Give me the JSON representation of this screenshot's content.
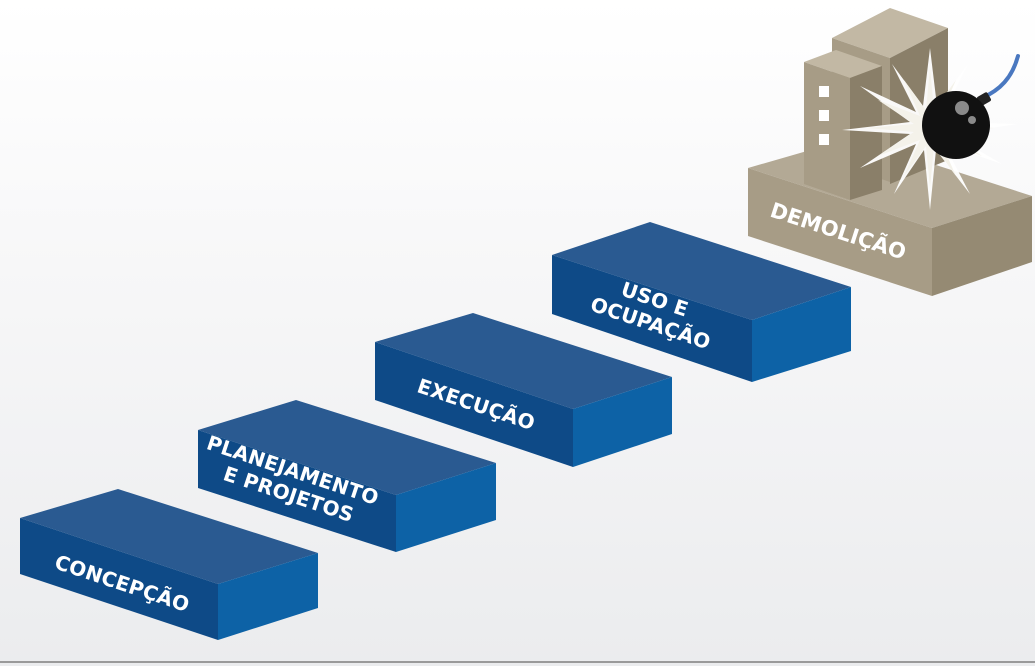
{
  "stages": [
    {
      "id": "concepcao",
      "lines": [
        "CONCEPÇÃO"
      ]
    },
    {
      "id": "planejamento",
      "lines": [
        "PLANEJAMENTO",
        "E PROJETOS"
      ]
    },
    {
      "id": "execucao",
      "lines": [
        "EXECUÇÃO"
      ]
    },
    {
      "id": "uso",
      "lines": [
        "USO E",
        "OCUPAÇÃO"
      ]
    }
  ],
  "demolition": {
    "label": "DEMOLIÇÃO"
  },
  "colors": {
    "block_top": "#2a5a91",
    "block_front": "#0e4a87",
    "block_side": "#0d62a6",
    "building_light": "#b3a995",
    "building_mid": "#a79c86",
    "building_dark": "#8a7f69",
    "bomb": "#111111"
  }
}
